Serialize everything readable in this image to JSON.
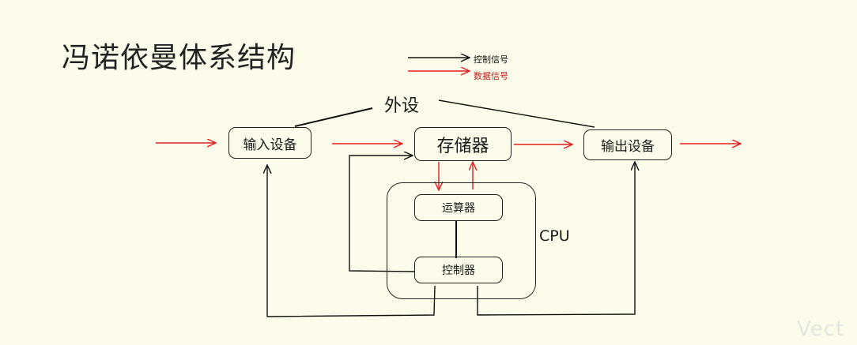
{
  "title": "冯诺依曼体系结构",
  "legend": {
    "control": {
      "label": "控制信号",
      "color": "#000000"
    },
    "data": {
      "label": "数据信号",
      "color": "#e02020"
    }
  },
  "nodes": {
    "peripheral": "外设",
    "input": "输入设备",
    "memory": "存储器",
    "output": "输出设备",
    "alu": "运算器",
    "controller": "控制器",
    "cpu": "CPU"
  },
  "watermark": "Vect"
}
